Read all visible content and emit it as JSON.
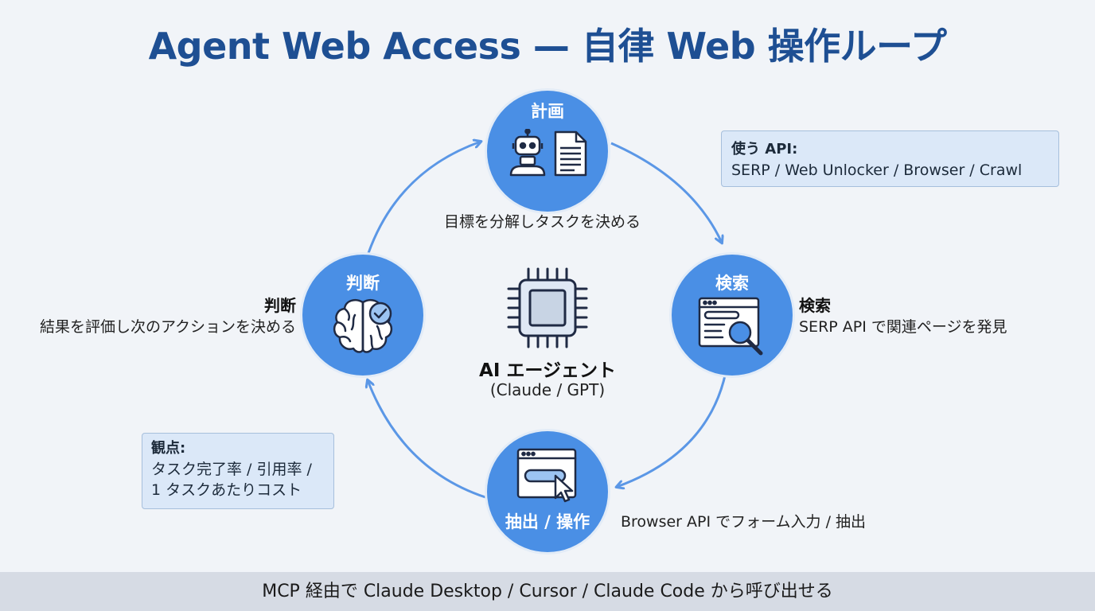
{
  "title": "Agent Web Access — 自律 Web 操作ループ",
  "center": {
    "title": "AI エージェント",
    "subtitle": "(Claude / GPT)",
    "icon": "chip-icon"
  },
  "nodes": {
    "plan": {
      "label": "計画",
      "caption": "目標を分解しタスクを決める",
      "icon": "robot-document-icon"
    },
    "search": {
      "label": "検索",
      "heading": "検索",
      "caption": "SERP API で関連ページを発見",
      "icon": "search-window-icon"
    },
    "extract": {
      "label": "抽出 / 操作",
      "caption": "Browser API でフォーム入力 / 抽出",
      "icon": "browser-click-icon"
    },
    "judge": {
      "label": "判断",
      "heading": "判断",
      "caption": "結果を評価し次のアクションを決める",
      "icon": "brain-check-icon"
    }
  },
  "api_box": {
    "title": "使う API:",
    "body": "SERP / Web Unlocker / Browser / Crawl"
  },
  "view_box": {
    "title": "観点:",
    "line1": "タスク完了率 / 引用率 /",
    "line2": "1 タスクあたりコスト"
  },
  "footer": "MCP 経由で Claude Desktop / Cursor / Claude Code から呼び出せる",
  "colors": {
    "title": "#1e4f93",
    "node": "#4a8fe5",
    "arrow": "#5b97e6",
    "box_bg": "#dbe8f8",
    "footer_bg": "#d6dbe4"
  }
}
